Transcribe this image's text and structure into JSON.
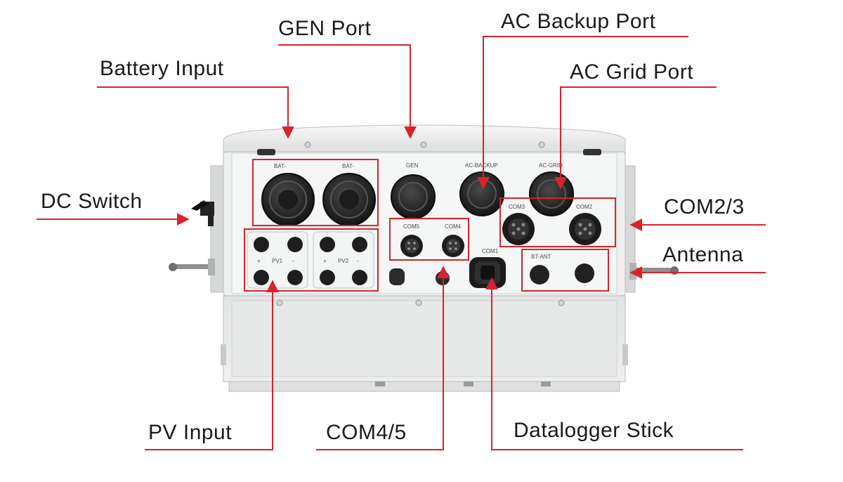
{
  "callouts": {
    "battery_input": "Battery Input",
    "gen_port": "GEN Port",
    "ac_backup_port": "AC Backup Port",
    "ac_grid_port": "AC Grid Port",
    "dc_switch": "DC Switch",
    "com2_3": "COM2/3",
    "antenna": "Antenna",
    "pv_input": "PV Input",
    "com4_5": "COM4/5",
    "datalogger_stick": "Datalogger Stick"
  },
  "panel_labels": {
    "bat_1": "BAT-",
    "bat_2": "BAT-",
    "gen": "GEN",
    "ac_backup": "AC-BACKUP",
    "ac_grid": "AC-GRID",
    "com3": "COM3",
    "com2": "COM2",
    "com5": "COM5",
    "com4": "COM4",
    "com1": "COM1",
    "bt_ant": "BT-ANT",
    "pv1": "PV1",
    "pv2": "PV2",
    "plus": "+",
    "minus": "-"
  },
  "colors": {
    "leader": "#d8232a",
    "body": "#eceded",
    "panel": "#f5f6f6",
    "connector": "#2a2a2a"
  }
}
